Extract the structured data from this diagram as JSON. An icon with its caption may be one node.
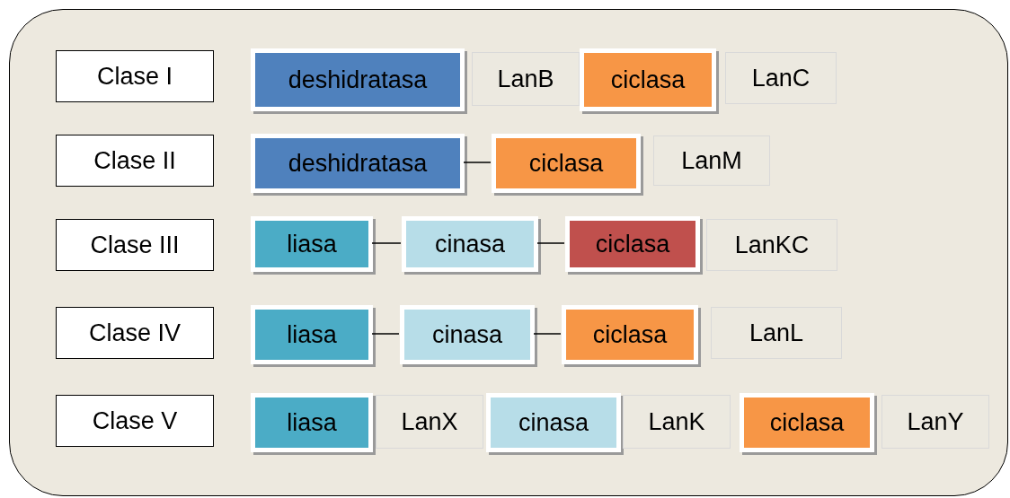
{
  "diagram": {
    "nodes": [
      {
        "text": [],
        "shape": "box"
      },
      {
        "text": [
          "Clase I"
        ],
        "in": 0
      },
      {
        "text": [
          "deshidratasa"
        ],
        "in": 0
      },
      {
        "text": [
          "LanB"
        ],
        "in": 0
      },
      {
        "text": [
          "ciclasa"
        ],
        "in": 0
      },
      {
        "text": [
          "LanC"
        ],
        "in": 0
      },
      {
        "text": [
          "Clase II"
        ],
        "in": 0
      },
      {
        "text": [
          "deshidratasa"
        ],
        "in": 0
      },
      {
        "text": [
          "ciclasa"
        ],
        "in": 0
      },
      {
        "text": [
          "LanM"
        ],
        "in": 0
      },
      {
        "text": [
          "Clase III"
        ],
        "in": 0
      },
      {
        "text": [
          "liasa"
        ],
        "in": 0
      },
      {
        "text": [
          "cinasa"
        ],
        "in": 0
      },
      {
        "text": [
          "ciclasa"
        ],
        "in": 0
      },
      {
        "text": [
          "LanKC"
        ],
        "in": 0
      },
      {
        "text": [
          "Clase IV"
        ],
        "in": 0
      },
      {
        "text": [
          "liasa"
        ],
        "in": 0
      },
      {
        "text": [
          "cinasa"
        ],
        "in": 0
      },
      {
        "text": [
          "ciclasa"
        ],
        "in": 0
      },
      {
        "text": [
          "LanL"
        ],
        "in": 0
      },
      {
        "text": [
          "Clase V"
        ],
        "in": 0
      },
      {
        "text": [
          "liasa"
        ],
        "in": 0
      },
      {
        "text": [
          "LanX"
        ],
        "in": 0
      },
      {
        "text": [
          "cinasa"
        ],
        "in": 0
      },
      {
        "text": [
          "LanK"
        ],
        "in": 0
      },
      {
        "text": [
          "ciclasa"
        ],
        "in": 0
      },
      {
        "text": [
          "LanY"
        ],
        "in": 0
      }
    ],
    "edges": [
      {
        "from": 7,
        "to": 8,
        "arrow": "none"
      },
      {
        "from": 11,
        "to": 12,
        "arrow": "none"
      },
      {
        "from": 12,
        "to": 13,
        "arrow": "none"
      },
      {
        "from": 16,
        "to": 17,
        "arrow": "none"
      },
      {
        "from": 17,
        "to": 18,
        "arrow": "none"
      }
    ]
  }
}
